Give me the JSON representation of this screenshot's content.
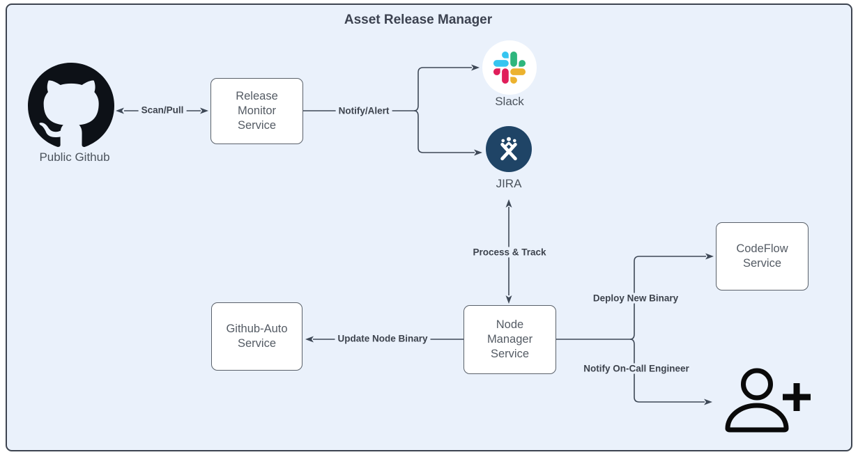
{
  "title": "Asset Release Manager",
  "colors": {
    "canvas_bg": "#eaf1fb",
    "frame_border": "#3d4450",
    "line": "#3e4856",
    "box_bg": "#ffffff",
    "box_border": "#596069",
    "box_text": "#545b64",
    "edge_label_text": "#3d434d",
    "jira_navy": "#1f4466",
    "slack_blue": "#36C5F0",
    "slack_green": "#2EB67D",
    "slack_red": "#E01E5A",
    "slack_yellow": "#ECB22E",
    "icon_black": "#0d1117"
  },
  "nodes": {
    "public_github": {
      "label": "Public Github",
      "icon": "github-octocat-icon"
    },
    "release_monitor": {
      "lines": [
        "Release",
        "Monitor",
        "Service"
      ]
    },
    "slack": {
      "label": "Slack",
      "icon": "slack-icon"
    },
    "jira": {
      "label": "JIRA",
      "icon": "jira-icon"
    },
    "codeflow": {
      "lines": [
        "CodeFlow",
        "Service"
      ]
    },
    "github_auto": {
      "lines": [
        "Github-Auto",
        "Service"
      ]
    },
    "node_manager": {
      "lines": [
        "Node",
        "Manager",
        "Service"
      ]
    },
    "oncall_engineer": {
      "icon": "person-add-icon"
    }
  },
  "edges": {
    "scan_pull": {
      "label": "Scan/Pull",
      "from": "public_github",
      "to": "release_monitor",
      "direction": "bidirectional"
    },
    "notify_alert": {
      "label": "Notify/Alert",
      "from": "release_monitor",
      "to": "slack, jira",
      "direction": "forward"
    },
    "process_track": {
      "label": "Process & Track",
      "from": "jira",
      "to": "node_manager",
      "direction": "bidirectional"
    },
    "update_node_binary": {
      "label": "Update Node Binary",
      "from": "node_manager",
      "to": "github_auto",
      "direction": "forward"
    },
    "deploy_new_binary": {
      "label": "Deploy New Binary",
      "from": "node_manager",
      "to": "codeflow",
      "direction": "forward"
    },
    "notify_oncall": {
      "label": "Notify On-Call Engineer",
      "from": "node_manager",
      "to": "oncall_engineer",
      "direction": "forward"
    }
  }
}
